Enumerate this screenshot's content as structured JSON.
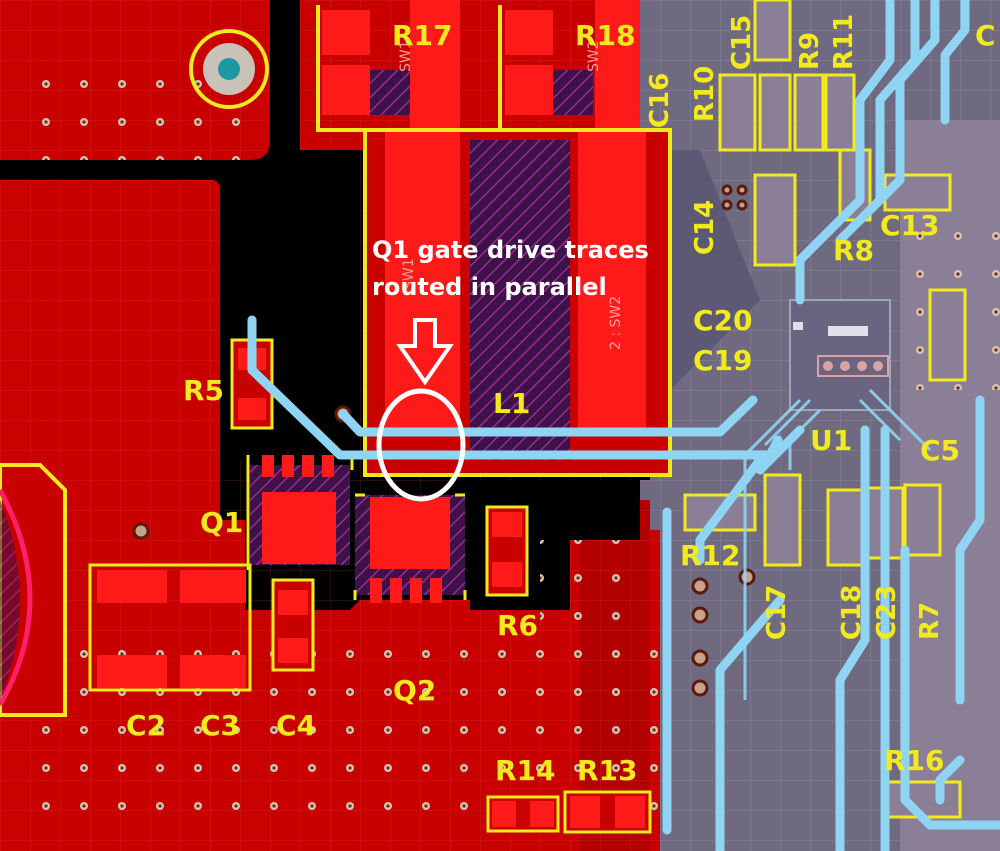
{
  "annotation": {
    "line1": "Q1 gate drive traces",
    "line2": "routed in parallel"
  },
  "designators": {
    "R17": "R17",
    "R18": "R18",
    "C15": "C15",
    "R9": "R9",
    "R11": "R11",
    "C16": "C16",
    "R10": "R10",
    "C14": "C14",
    "C13": "C13",
    "R8": "R8",
    "C20": "C20",
    "C19": "C19",
    "R5": "R5",
    "L1": "L1",
    "U1": "U1",
    "C5": "C5",
    "Q1": "Q1",
    "R12": "R12",
    "R6": "R6",
    "C17": "C17",
    "C18": "C18",
    "C23": "C23",
    "R7": "R7",
    "C2": "C2",
    "C3": "C3",
    "C4": "C4",
    "Q2": "Q2",
    "R14": "R14",
    "R13": "R13",
    "R16": "R16",
    "C_edge": "C"
  },
  "net_labels": {
    "sw1": "SW1",
    "sw2": "2 : SW2",
    "sw_a": "SW1",
    "sw_b": "SW2"
  },
  "colors": {
    "background": "#000000",
    "top_copper": "#c80000",
    "top_pad": "#ff1a1a",
    "silkscreen": "#f2ea1c",
    "bottom_layer_trace": "#8fd4f2",
    "inner_plane": "#7c6f86",
    "annotation": "#ffffff",
    "hatch": "#7a1e7a"
  }
}
